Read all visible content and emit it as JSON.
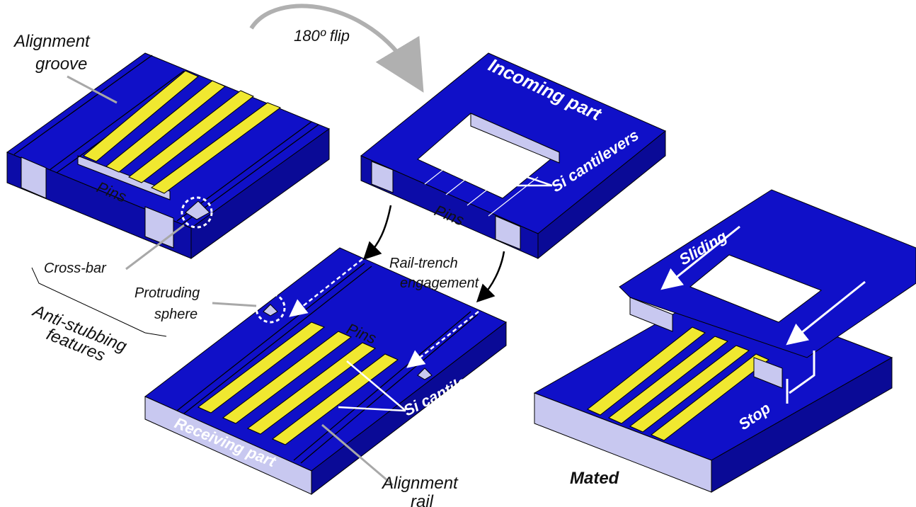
{
  "labels": {
    "alignment_groove_1": "Alignment",
    "alignment_groove_2": "groove",
    "flip": "180º flip",
    "incoming_part": "Incoming part",
    "si_cantilevers_top": "Si cantilevers",
    "pins_top_left": "Pins",
    "pins_top_right": "Pins",
    "cross_bar": "Cross-bar",
    "protruding_1": "Protruding",
    "protruding_2": "sphere",
    "anti_stubbing_1": "Anti-stubbing",
    "anti_stubbing_2": "features",
    "rail_trench_1": "Rail-trench",
    "rail_trench_2": "engagement",
    "pins_bottom": "Pins",
    "si_cantilevers_bottom": "Si cantilevers",
    "receiving_part": "Receiving part",
    "alignment_rail_1": "Alignment",
    "alignment_rail_2": "rail",
    "sliding": "Sliding",
    "stop": "Stop",
    "mated": "Mated"
  },
  "colors": {
    "part_blue": "#1010c8",
    "part_dark": "#08088a",
    "side_lavender": "#c8c8f0",
    "pin_yellow": "#f0e830",
    "leader_gray": "#a8a8a8"
  }
}
